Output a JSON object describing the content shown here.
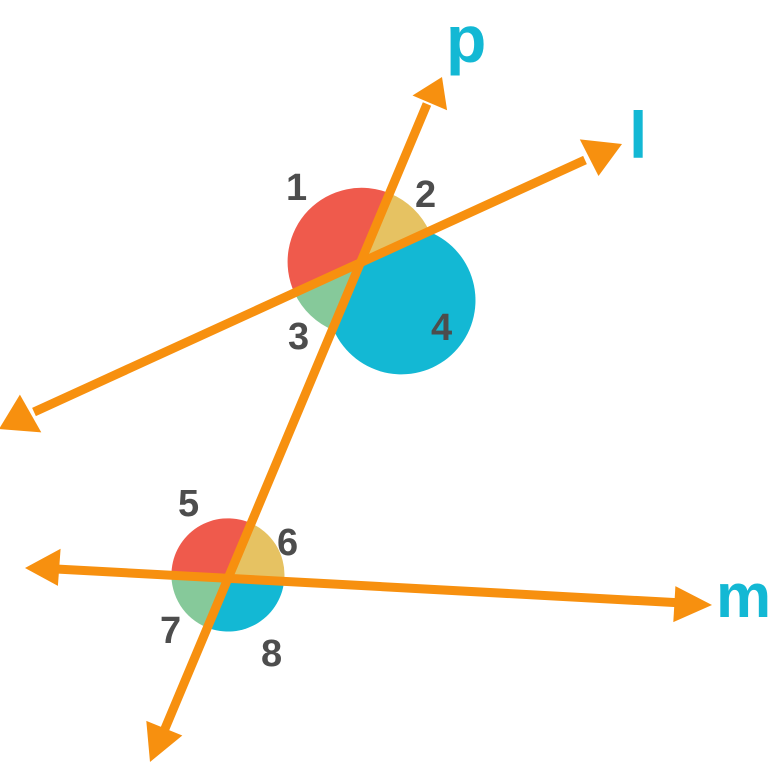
{
  "colors": {
    "line": "#f7900f",
    "angle_red": "#ef5a4c",
    "angle_yellow": "#e6c262",
    "angle_green": "#86c99a",
    "angle_blue": "#13b8d4",
    "line_label": "#13b8d4",
    "angle_label": "#4d4d4d"
  },
  "lines": {
    "p": "p",
    "l": "l",
    "m": "m"
  },
  "angles": {
    "a1": "1",
    "a2": "2",
    "a3": "3",
    "a4": "4",
    "a5": "5",
    "a6": "6",
    "a7": "7",
    "a8": "8"
  }
}
